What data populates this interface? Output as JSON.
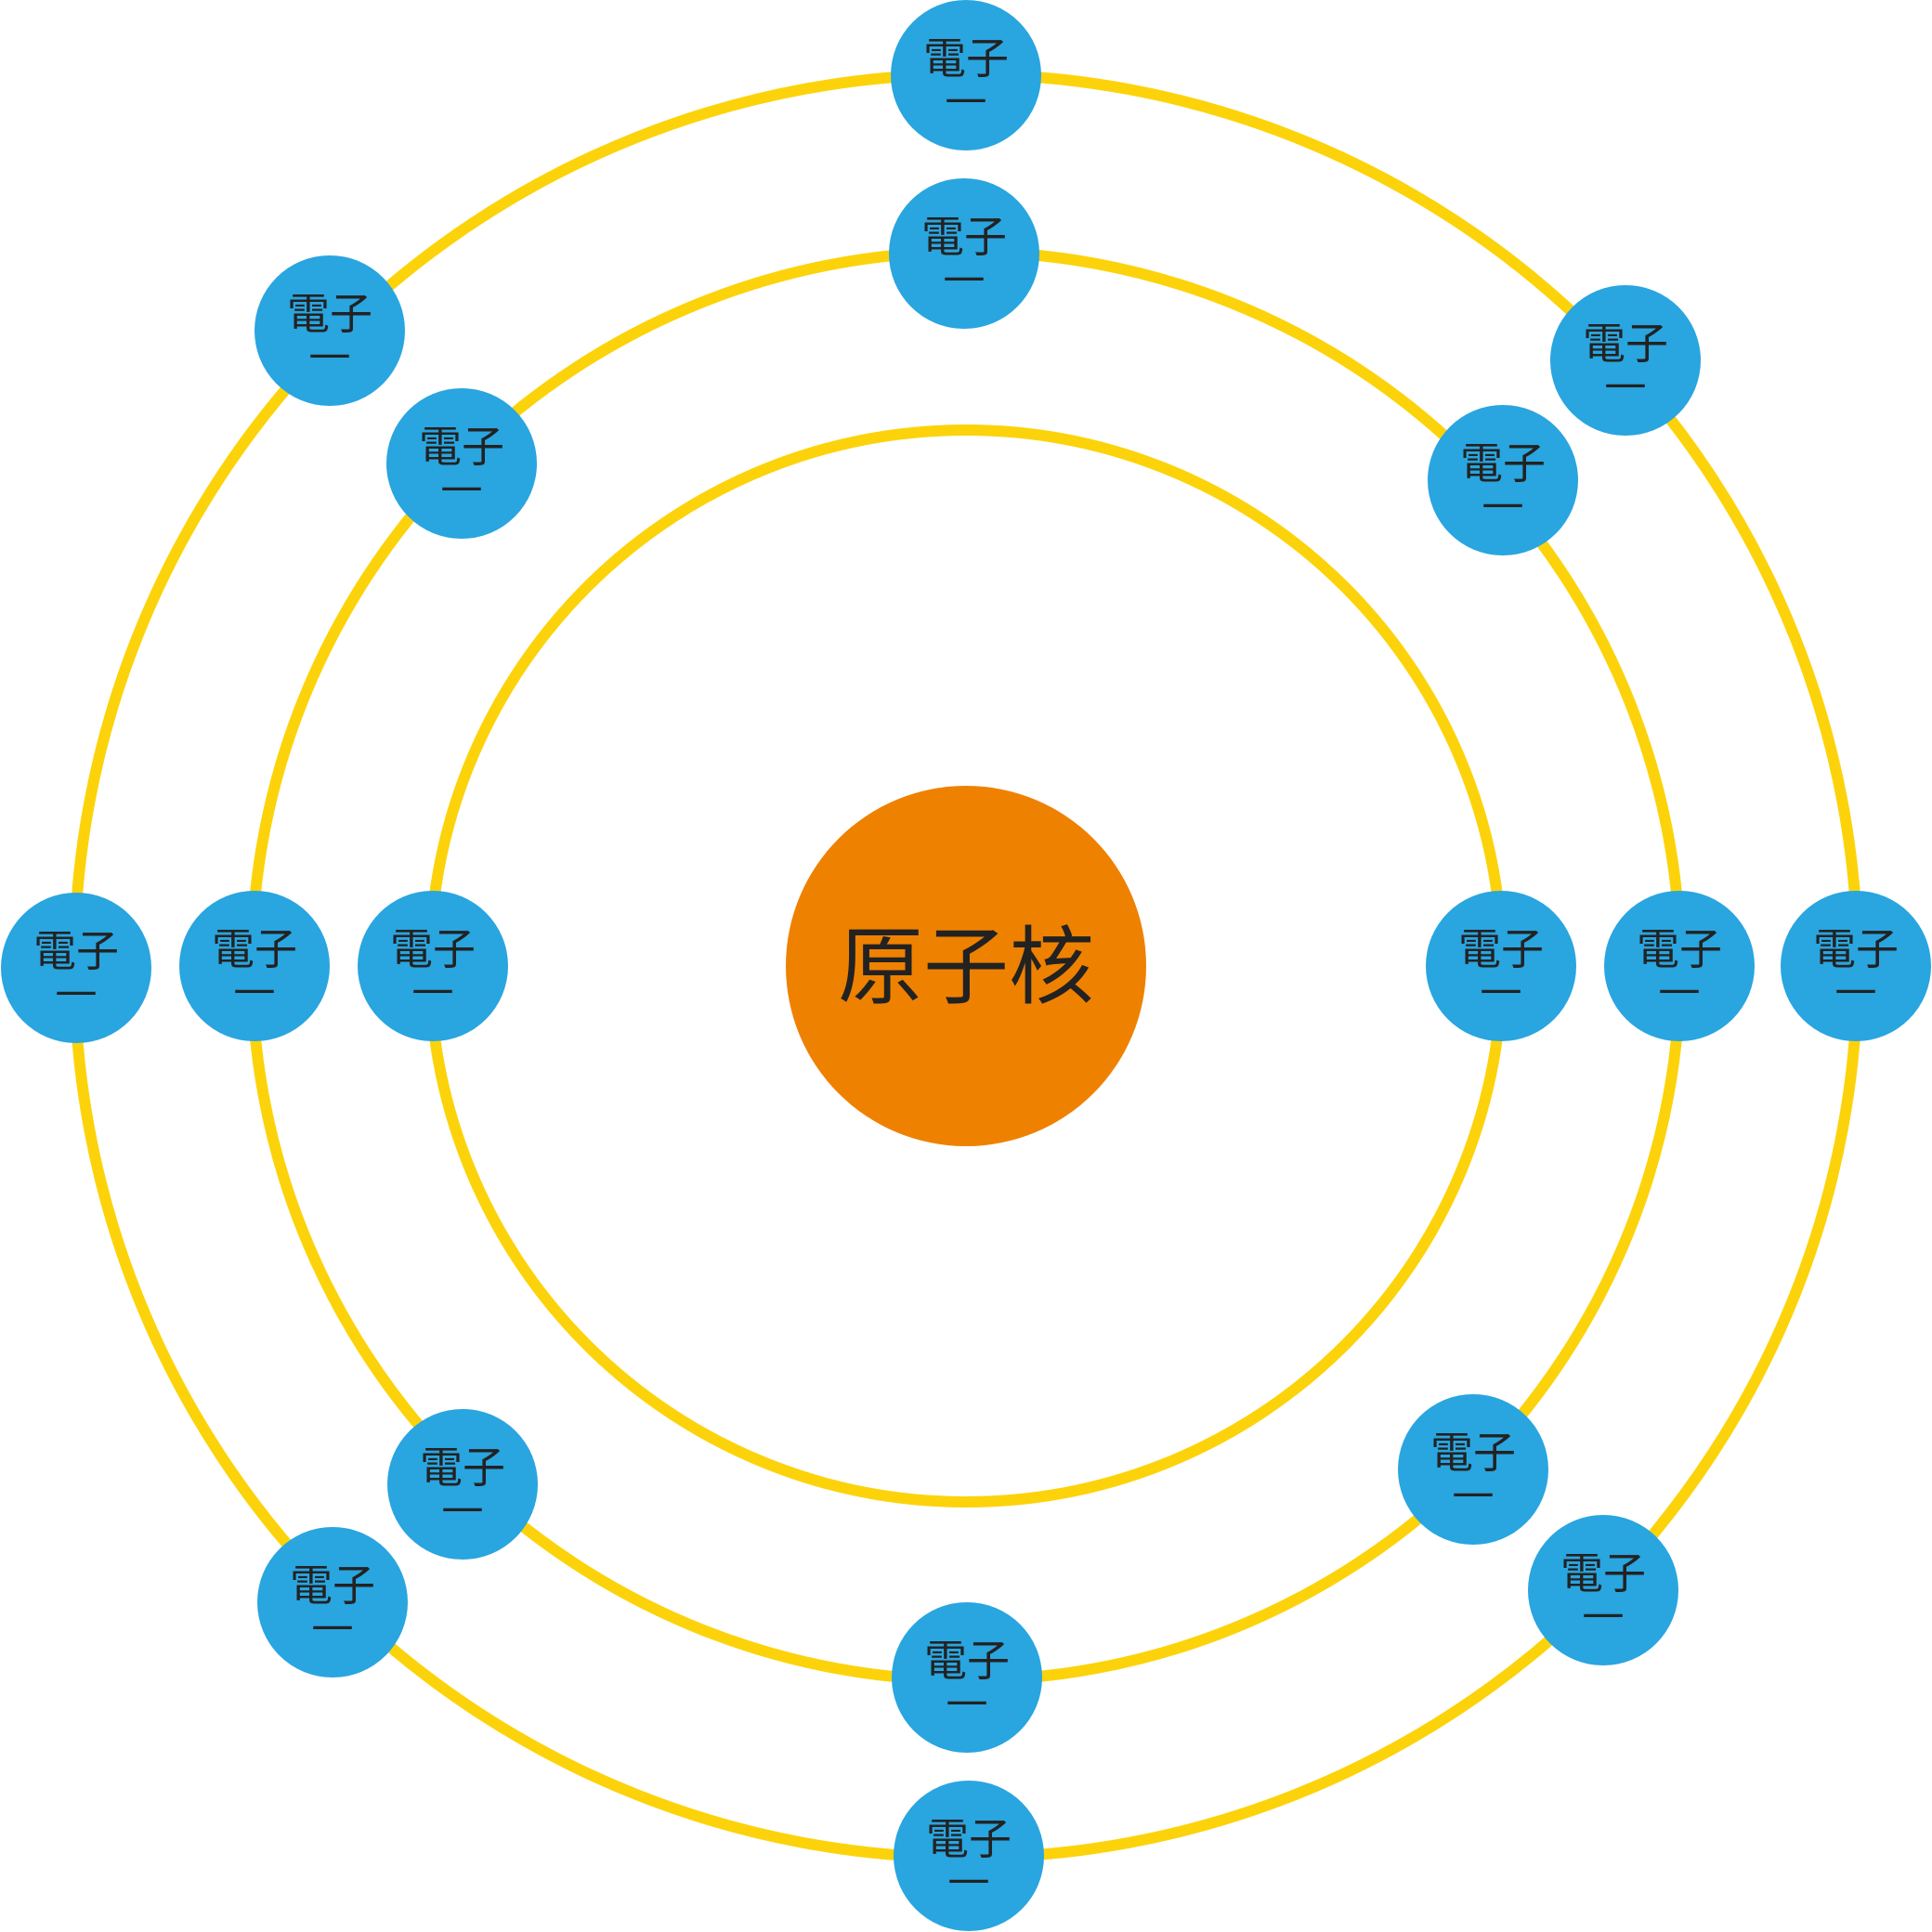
{
  "colors": {
    "orbit": "#fcd30a",
    "electron": "#29a5e0",
    "nucleus": "#ef8100",
    "text": "#222222"
  },
  "nucleus": {
    "label": "原子核"
  },
  "orbits": [
    {
      "name": "inner"
    },
    {
      "name": "middle"
    },
    {
      "name": "outer"
    }
  ],
  "electrons": [
    {
      "label": "電子",
      "charge": "—"
    },
    {
      "label": "電子",
      "charge": "—"
    },
    {
      "label": "電子",
      "charge": "—"
    },
    {
      "label": "電子",
      "charge": "—"
    },
    {
      "label": "電子",
      "charge": "—"
    },
    {
      "label": "電子",
      "charge": "—"
    },
    {
      "label": "電子",
      "charge": "—"
    },
    {
      "label": "電子",
      "charge": "—"
    },
    {
      "label": "電子",
      "charge": "—"
    },
    {
      "label": "電子",
      "charge": "—"
    },
    {
      "label": "電子",
      "charge": "—"
    },
    {
      "label": "電子",
      "charge": "—"
    },
    {
      "label": "電子",
      "charge": "—"
    },
    {
      "label": "電子",
      "charge": "—"
    },
    {
      "label": "電子",
      "charge": "—"
    },
    {
      "label": "電子",
      "charge": "—"
    }
  ]
}
